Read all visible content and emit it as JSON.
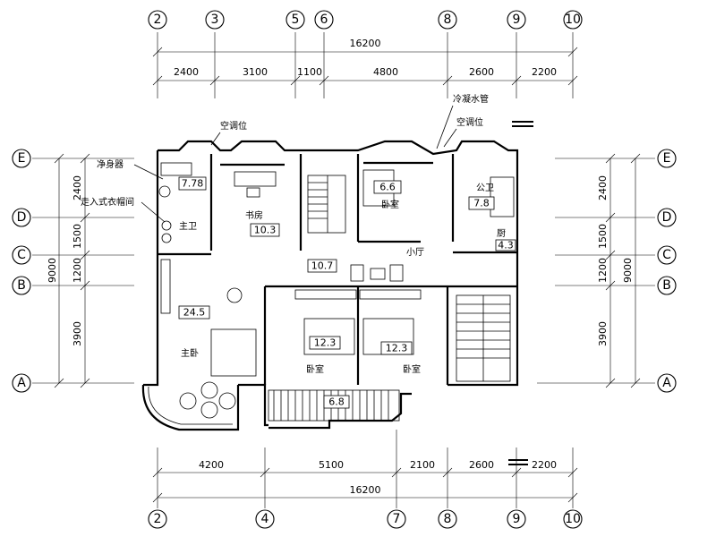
{
  "axes_top": [
    "2",
    "3",
    "5",
    "6",
    "8",
    "9",
    "10"
  ],
  "axes_bottom": [
    "2",
    "4",
    "7",
    "8",
    "9",
    "10"
  ],
  "axes_left": [
    "E",
    "D",
    "C",
    "B",
    "A"
  ],
  "axes_right": [
    "E",
    "D",
    "C",
    "B",
    "A"
  ],
  "dims_top": {
    "total": "16200",
    "segments": [
      "2400",
      "3100",
      "1100",
      "4800",
      "2600",
      "2200"
    ]
  },
  "dims_bottom": {
    "total": "16200",
    "segments": [
      "4200",
      "5100",
      "2100",
      "2600",
      "2200"
    ]
  },
  "dims_left": {
    "total": "9000",
    "segments": [
      "2400",
      "1500",
      "1200",
      "3900"
    ]
  },
  "dims_right": {
    "total": "9000",
    "segments": [
      "2400",
      "1500",
      "1200",
      "3900"
    ]
  },
  "notes": {
    "water_purifier": "净身器",
    "walk_in_closet": "走入式衣帽间",
    "ac_position_1": "空调位",
    "ac_position_2": "空调位",
    "cold_hot_pipe": "冷凝水管"
  },
  "rooms": {
    "master_bath": "主卫",
    "study": "书房",
    "bedroom_top": "卧室",
    "public_bath": "公卫",
    "small_hall": "小厅",
    "master_bedroom": "主卧",
    "bedroom_mid": "卧室",
    "bedroom_right": "卧室",
    "kitchen": "厨"
  },
  "areas": {
    "master_bath": "7.78",
    "study": "10.3",
    "bedroom_top": "6.6",
    "public_bath": "7.8",
    "small_hall": "10.7",
    "master_bedroom": "24.5",
    "bedroom_mid": "12.3",
    "bedroom_right": "12.3",
    "balcony": "6.8",
    "small_room": "4.3"
  }
}
